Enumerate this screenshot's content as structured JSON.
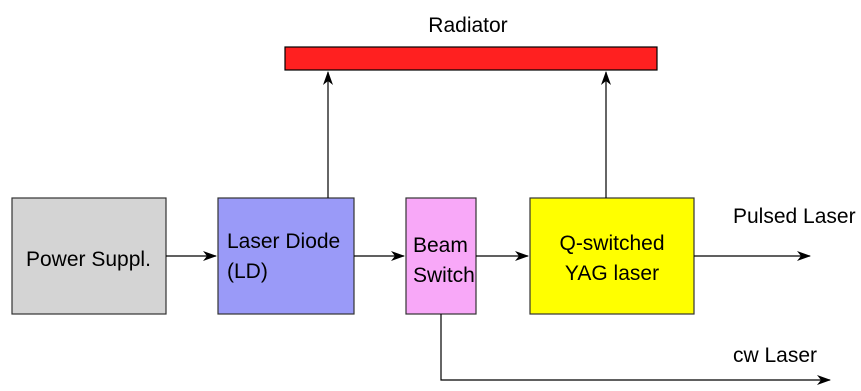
{
  "radiator": {
    "label": "Radiator",
    "color": "#ff2020"
  },
  "blocks": {
    "power": {
      "lines": [
        "Power Suppl."
      ],
      "color": "#d4d4d4"
    },
    "laser_diode": {
      "lines": [
        "Laser Diode",
        "(LD)"
      ],
      "color": "#9a9af8"
    },
    "beam_switch": {
      "lines": [
        "Beam",
        "Switch"
      ],
      "color": "#f8a8f8"
    },
    "qswitched": {
      "lines": [
        "Q-switched",
        "YAG laser"
      ],
      "color": "#ffff00"
    }
  },
  "outputs": {
    "pulsed": "Pulsed Laser",
    "cw": "cw Laser"
  }
}
